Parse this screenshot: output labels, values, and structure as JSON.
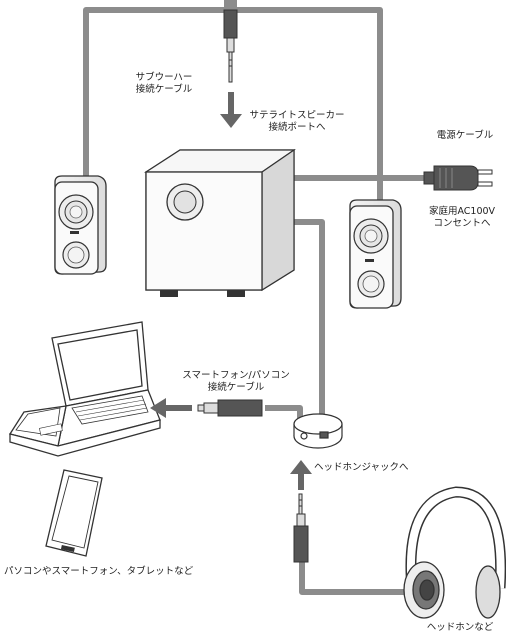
{
  "labels": {
    "subwoofer_cable": [
      "サブウーハー",
      "接続ケーブル"
    ],
    "satellite_port": [
      "サテライトスピーカー",
      "接続ポートへ"
    ],
    "power_cable": "電源ケーブル",
    "ac_outlet": [
      "家庭用AC100V",
      "コンセントへ"
    ],
    "smartphone_pc_cable": [
      "スマートフォン/パソコン",
      "接続ケーブル"
    ],
    "headphone_jack": "ヘッドホンジャックへ",
    "devices": "パソコンやスマートフォン、タブレットなど",
    "headphones": "ヘッドホンなど"
  },
  "colors": {
    "cable": "#8c8c8c",
    "outline": "#333333",
    "device_fill": "#ffffff",
    "arrow": "#666666"
  }
}
